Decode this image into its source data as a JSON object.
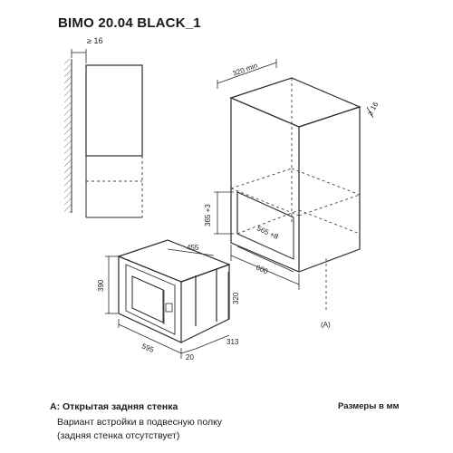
{
  "title": "BIMO 20.04 BLACK_1",
  "dimensions": {
    "min_gap": "≥ 16",
    "depth_min": "320 min",
    "side_gap": "≥ 16",
    "niche_height": "365 +3",
    "niche_width": "565 +8",
    "cabinet_width": "600",
    "oven_depth": "455",
    "oven_height": "390",
    "oven_body_height": "320",
    "oven_width": "595",
    "front_depth": "20",
    "body_depth": "313"
  },
  "marker": "(A)",
  "notes": {
    "a_label": "A: Открытая задняя стенка",
    "variant_line1": "Вариант встройки в подвесную полку",
    "variant_line2": "(задняя стенка отсутствует)",
    "units": "Размеры в мм"
  },
  "colors": {
    "line": "#2b2b2b",
    "hatch": "#777777",
    "dashed": "#444444"
  }
}
